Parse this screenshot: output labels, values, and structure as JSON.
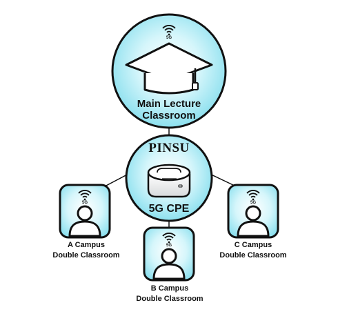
{
  "diagram": {
    "main_node": {
      "title_line1": "Main Lecture",
      "title_line2": "Classroom",
      "signal_badge": "5G",
      "icon": "graduation-cap-icon"
    },
    "hub": {
      "brand": "PINSU",
      "label": "5G CPE",
      "icon": "cpe-router-icon"
    },
    "nodes": [
      {
        "id": "a",
        "line1": "A Campus",
        "line2": "Double Classroom",
        "signal_badge": "5G",
        "icon": "person-icon"
      },
      {
        "id": "b",
        "line1": "B Campus",
        "line2": "Double Classroom",
        "signal_badge": "5G",
        "icon": "person-icon"
      },
      {
        "id": "c",
        "line1": "C Campus",
        "line2": "Double Classroom",
        "signal_badge": "5G",
        "icon": "person-icon"
      }
    ],
    "colors": {
      "fill_light": "#d6f6fb",
      "fill_dark": "#7fdcec",
      "stroke": "#1a1a1a"
    }
  }
}
